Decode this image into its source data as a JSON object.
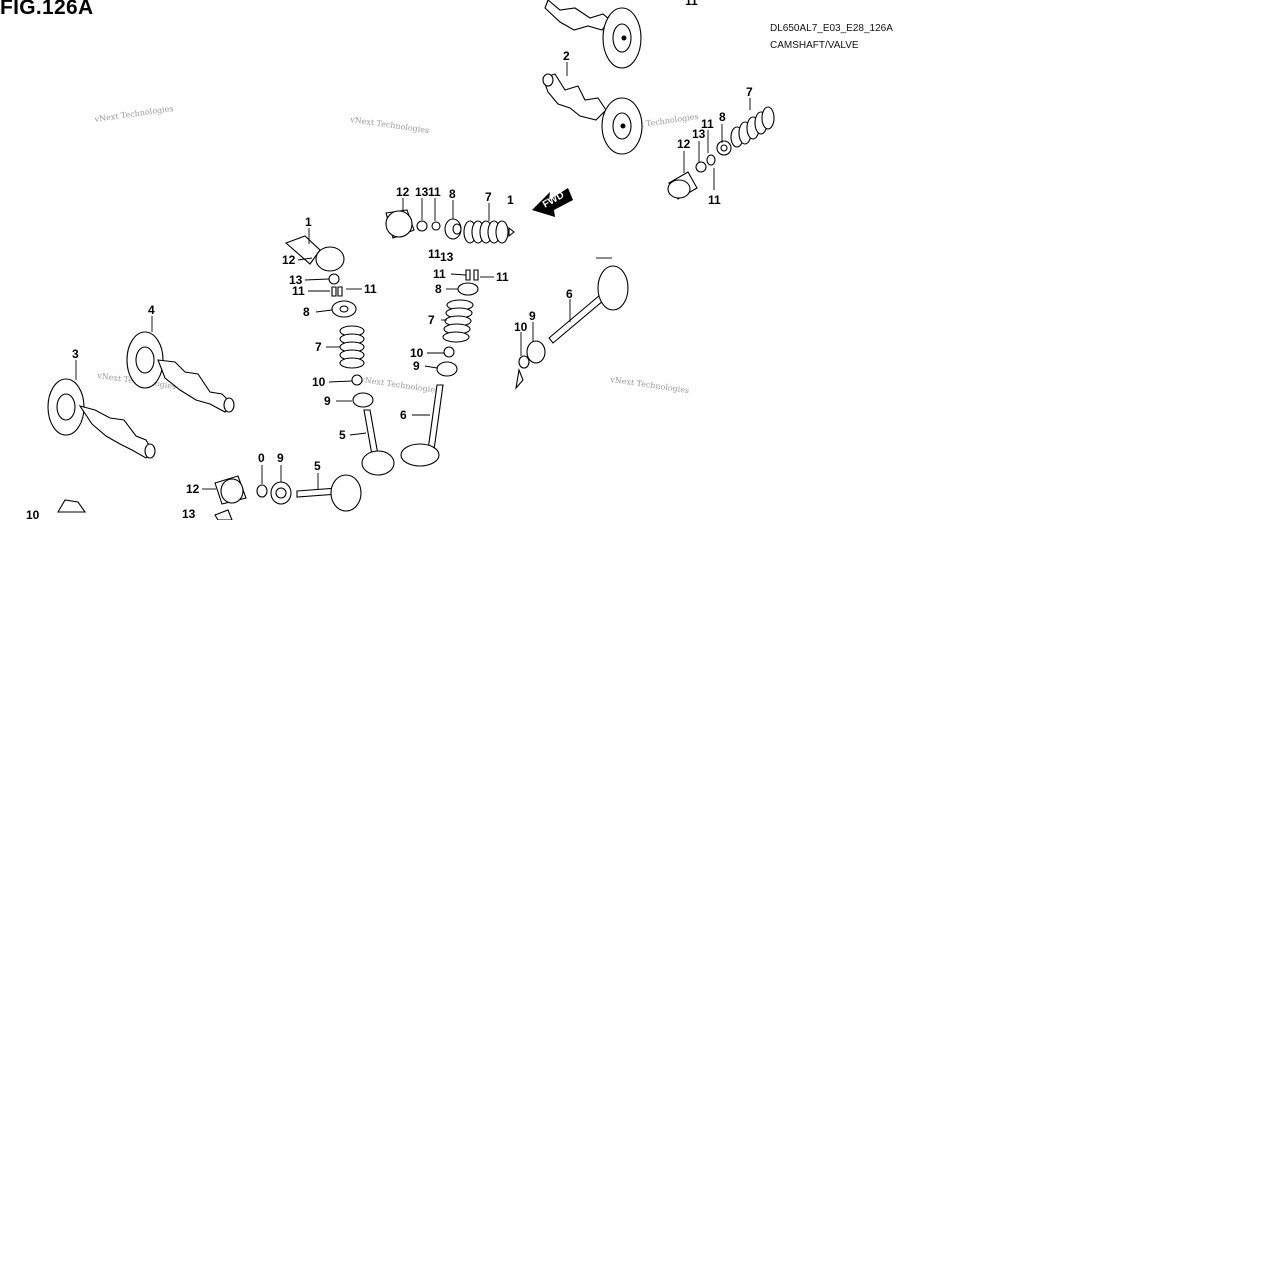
{
  "header": {
    "figure": "FIG.126A",
    "code": "DL650AL7_E03_E28_126A",
    "title": "CAMSHAFT/VALVE"
  },
  "watermark": "vNext Technologies",
  "fwd_label": "FWD",
  "callouts": [
    "1",
    "2",
    "3",
    "4",
    "5",
    "6",
    "7",
    "8",
    "9",
    "10",
    "11",
    "12",
    "13"
  ],
  "partial_callouts": [
    "0",
    "11",
    "13",
    "10"
  ]
}
